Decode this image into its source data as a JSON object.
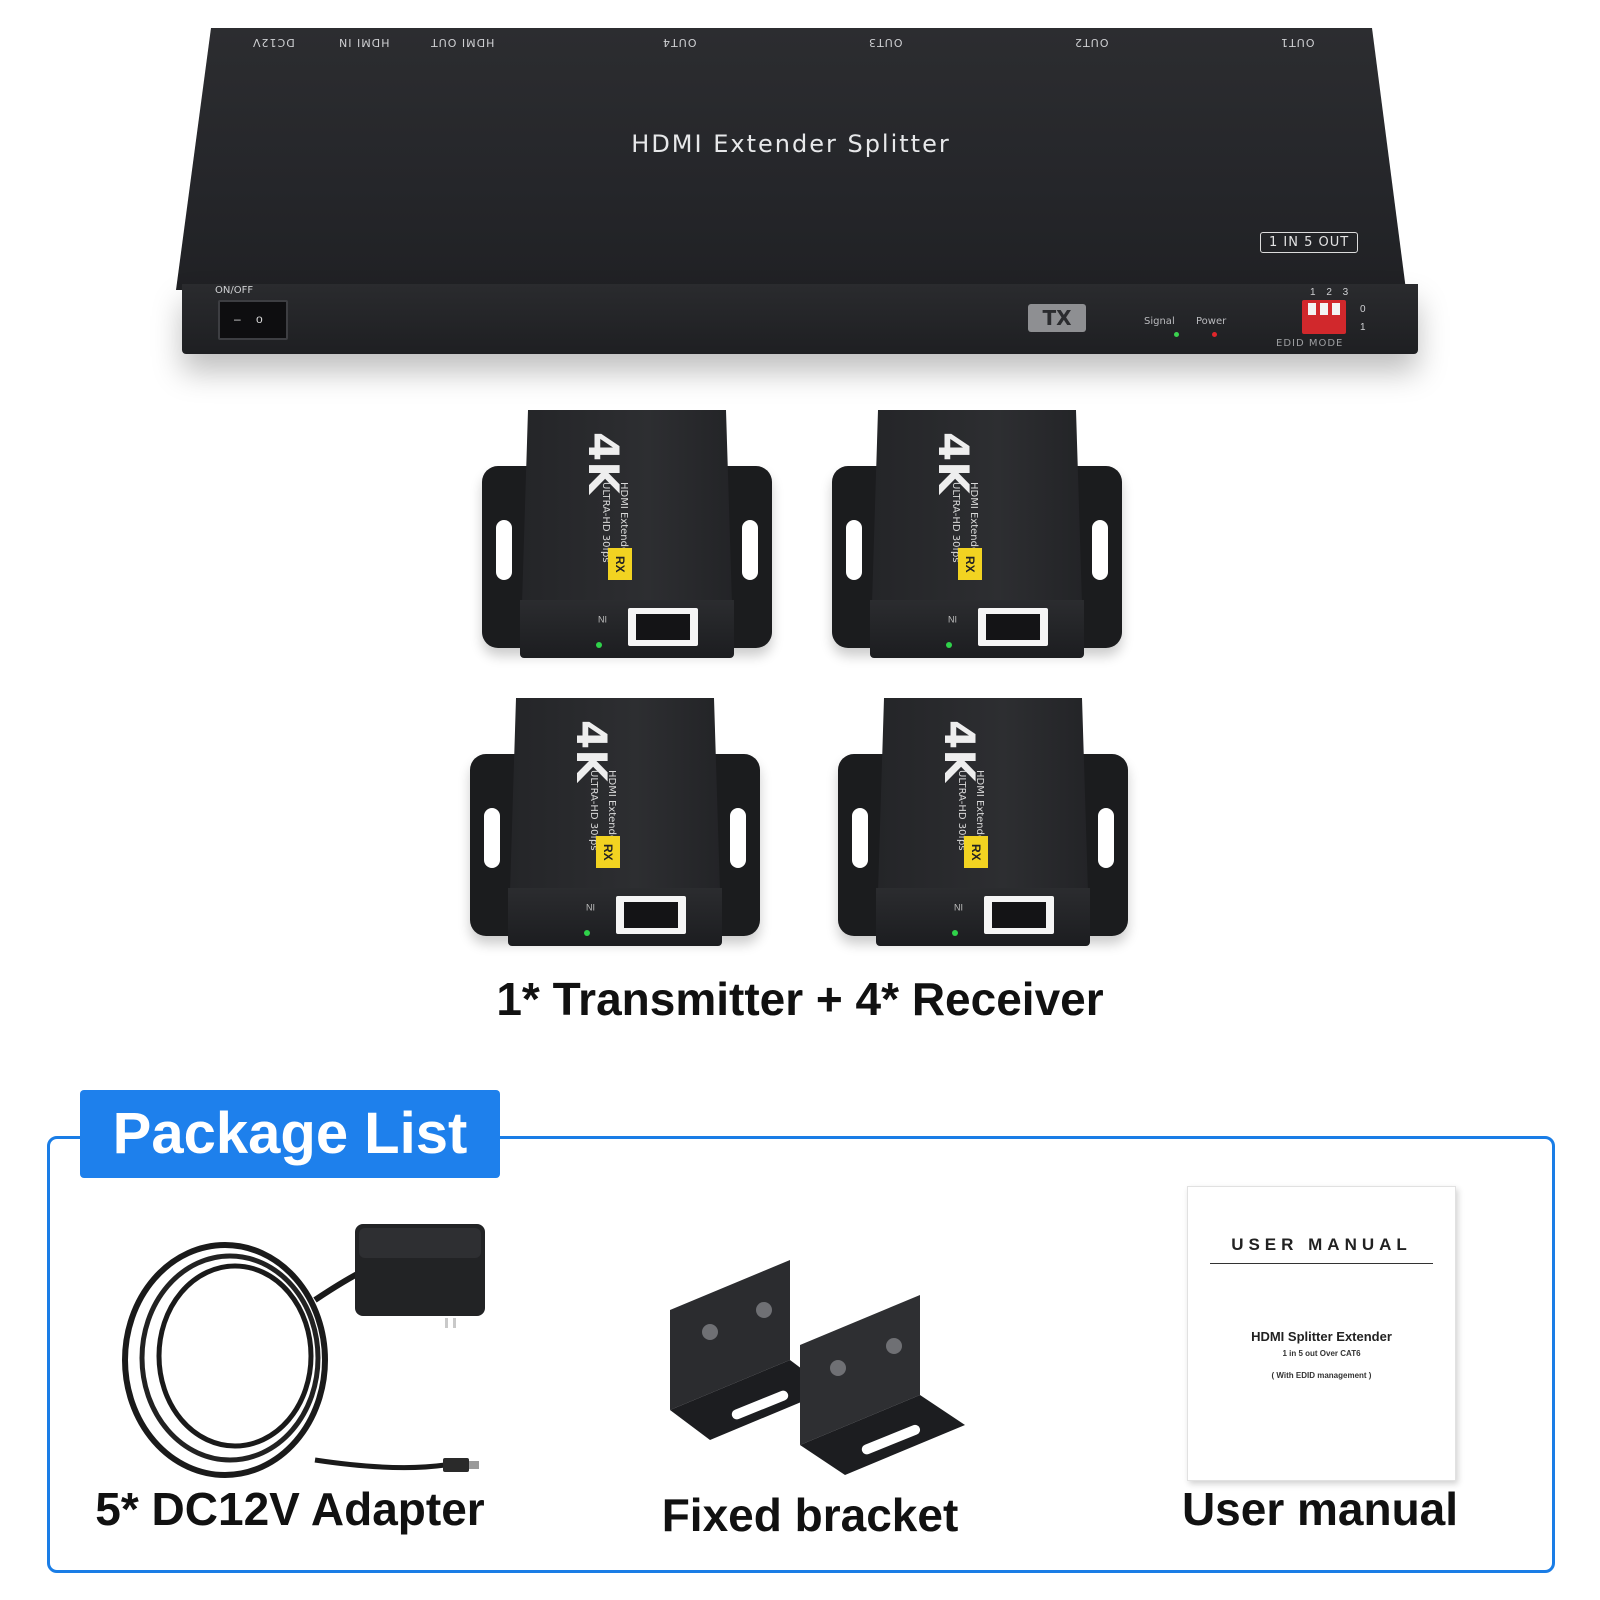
{
  "transmitter": {
    "title": "HDMI Extender Splitter",
    "badge": "1 IN 5 OUT",
    "ports": [
      "DC12V",
      "HDMI IN",
      "HDMI OUT",
      "OUT4",
      "OUT3",
      "OUT2",
      "OUT1"
    ],
    "switch_label": "ON/OFF",
    "switch_symbols": [
      "–",
      "o"
    ],
    "tx_label": "TX",
    "led_labels": [
      "Signal",
      "Power"
    ],
    "dip_numbers": "1 2 3",
    "dip_side": [
      "0",
      "1"
    ],
    "edid_label": "EDID MODE"
  },
  "receivers": {
    "logo": "4K",
    "line1": "HDMI Extender",
    "line2": "ULTRA-HD 30fps",
    "badge": "RX",
    "port_label": "IN"
  },
  "caption_main": "1* Transmitter + 4* Receiver",
  "package": {
    "heading": "Package List",
    "items": [
      {
        "caption": "5* DC12V Adapter"
      },
      {
        "caption": "Fixed bracket"
      },
      {
        "caption": "User manual"
      }
    ],
    "manual": {
      "header": "USER   MANUAL",
      "title": "HDMI Splitter Extender",
      "subtitle": "1 in 5 out Over CAT6",
      "note": "( With EDID management )"
    }
  },
  "colors": {
    "accent": "#1e80ec",
    "device": "#26272a",
    "rx_badge": "#f2d321",
    "dip": "#d1282c"
  }
}
